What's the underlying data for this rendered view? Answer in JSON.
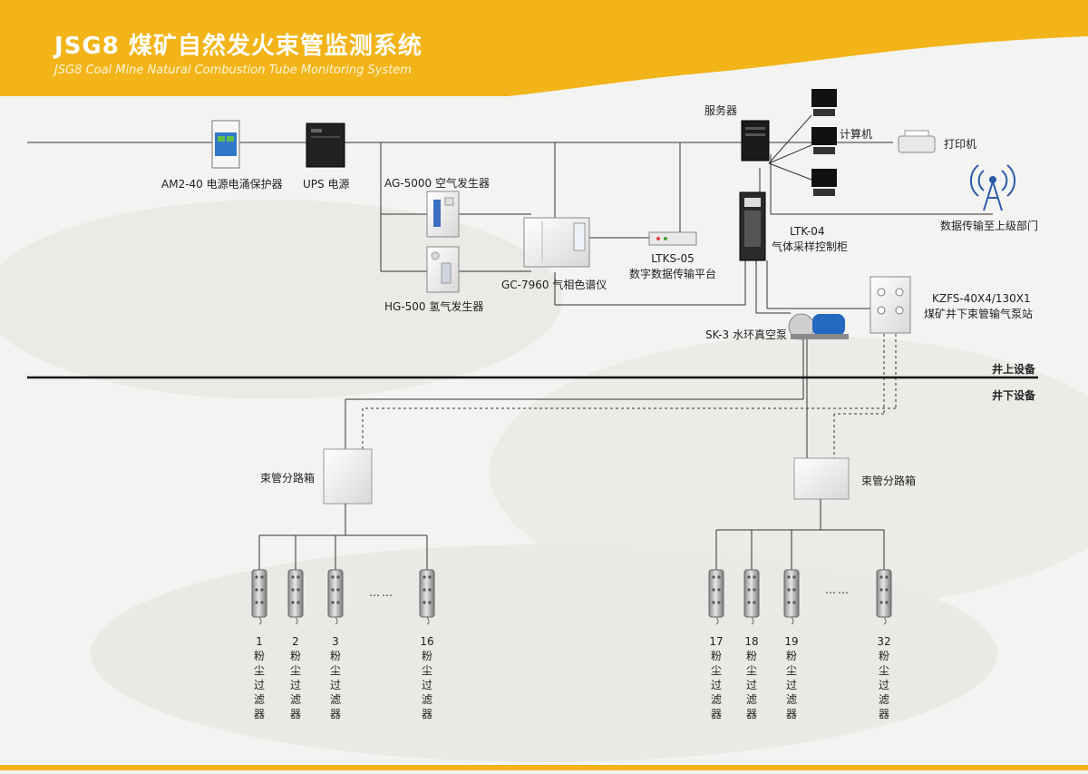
{
  "header": {
    "title": "JSG8 煤矿自然发火束管监测系统",
    "subtitle": "JSG8 Coal Mine Natural Combustion Tube Monitoring System"
  },
  "colors": {
    "accent": "#f2b418",
    "line": "#333333",
    "background": "#f3f3f1"
  },
  "equipment": {
    "am240": "AM2-40 电源电涌保护器",
    "ups": "UPS 电源",
    "ag5000": "AG-5000 空气发生器",
    "hg500": "HG-500 氢气发生器",
    "gc7960": "GC-7960 气相色谱仪",
    "ltks05_model": "LTKS-05",
    "ltks05_name": "数字数据传输平台",
    "server": "服务器",
    "computer": "计算机",
    "printer": "打印机",
    "uplink": "数据传输至上级部门",
    "ltk04_model": "LTK-04",
    "ltk04_name": "气体采样控制柜",
    "kzfs_model": "KZFS-40X4/130X1",
    "kzfs_name": "煤矿井下束管输气泵站",
    "sk3": "SK-3 水环真空泵"
  },
  "levels": {
    "above": "井上设备",
    "below": "井下设备"
  },
  "junction_label": "束管分路箱",
  "ellipsis": "……",
  "filter_text": "粉尘过滤器",
  "filters_left": [
    "1",
    "2",
    "3",
    "16"
  ],
  "filters_right": [
    "17",
    "18",
    "19",
    "32"
  ]
}
